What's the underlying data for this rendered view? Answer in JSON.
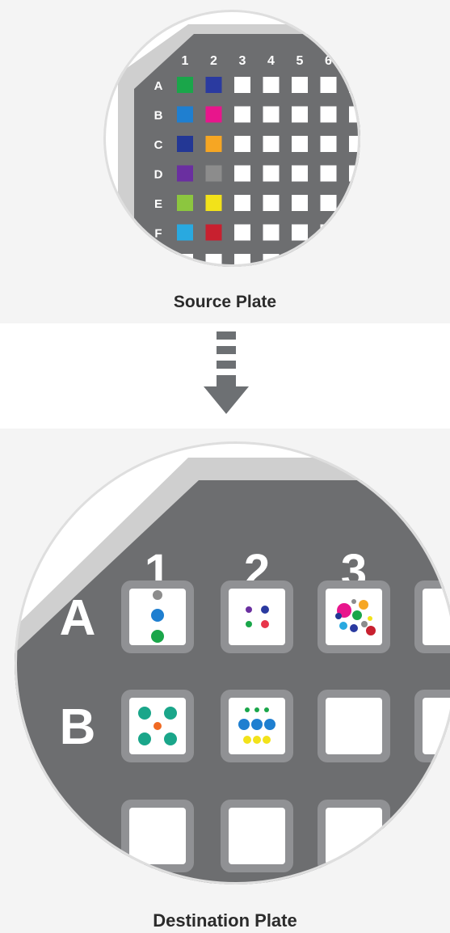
{
  "source_plate": {
    "caption": "Source Plate",
    "column_labels": [
      "1",
      "2",
      "3",
      "4",
      "5",
      "6"
    ],
    "row_labels": [
      "A",
      "B",
      "C",
      "D",
      "E",
      "F"
    ],
    "wells": [
      {
        "row": "A",
        "col": "1",
        "color": "#1aa64a"
      },
      {
        "row": "A",
        "col": "2",
        "color": "#2a3aa0"
      },
      {
        "row": "B",
        "col": "1",
        "color": "#1f7fd0"
      },
      {
        "row": "B",
        "col": "2",
        "color": "#e8158c"
      },
      {
        "row": "C",
        "col": "1",
        "color": "#233795"
      },
      {
        "row": "C",
        "col": "2",
        "color": "#f6a623"
      },
      {
        "row": "D",
        "col": "1",
        "color": "#6a2fa0"
      },
      {
        "row": "D",
        "col": "2",
        "color": "#8c8c8c"
      },
      {
        "row": "E",
        "col": "1",
        "color": "#8cc63f"
      },
      {
        "row": "E",
        "col": "2",
        "color": "#f2e21a"
      },
      {
        "row": "F",
        "col": "1",
        "color": "#29a9e0"
      },
      {
        "row": "F",
        "col": "2",
        "color": "#c8202f"
      }
    ]
  },
  "arrow": {
    "icon": "down-arrow-icon",
    "color": "#6d7073"
  },
  "destination_plate": {
    "caption": "Destination Plate",
    "column_labels": [
      "1",
      "2",
      "3"
    ],
    "row_labels": [
      "A",
      "B"
    ]
  },
  "colors": {
    "plate": "#6d6e70",
    "plate_rim": "#cfcfcf",
    "well_border": "#909194",
    "empty_well": "#ffffff",
    "panel_background": "#f4f4f4"
  }
}
